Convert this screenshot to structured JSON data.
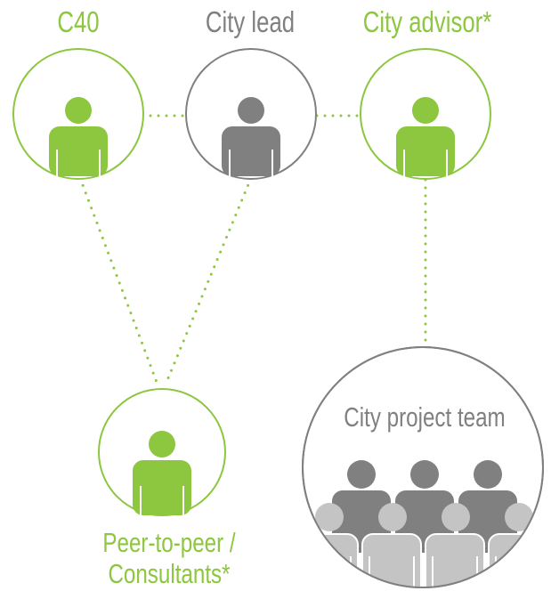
{
  "colors": {
    "green": "#8dc63f",
    "gray": "#808080",
    "light_gray": "#c4c4c4",
    "mid_gray": "#a9a9a9"
  },
  "nodes": {
    "c40": {
      "label": "C40",
      "icon": "person-icon"
    },
    "city_lead": {
      "label": "City lead",
      "icon": "person-icon"
    },
    "city_advisor": {
      "label": "City advisor*",
      "icon": "person-icon"
    },
    "peer": {
      "label_line1": "Peer-to-peer /",
      "label_line2": "Consultants*",
      "icon": "person-icon"
    },
    "team": {
      "label": "City project team",
      "icon": "group-icon"
    }
  }
}
